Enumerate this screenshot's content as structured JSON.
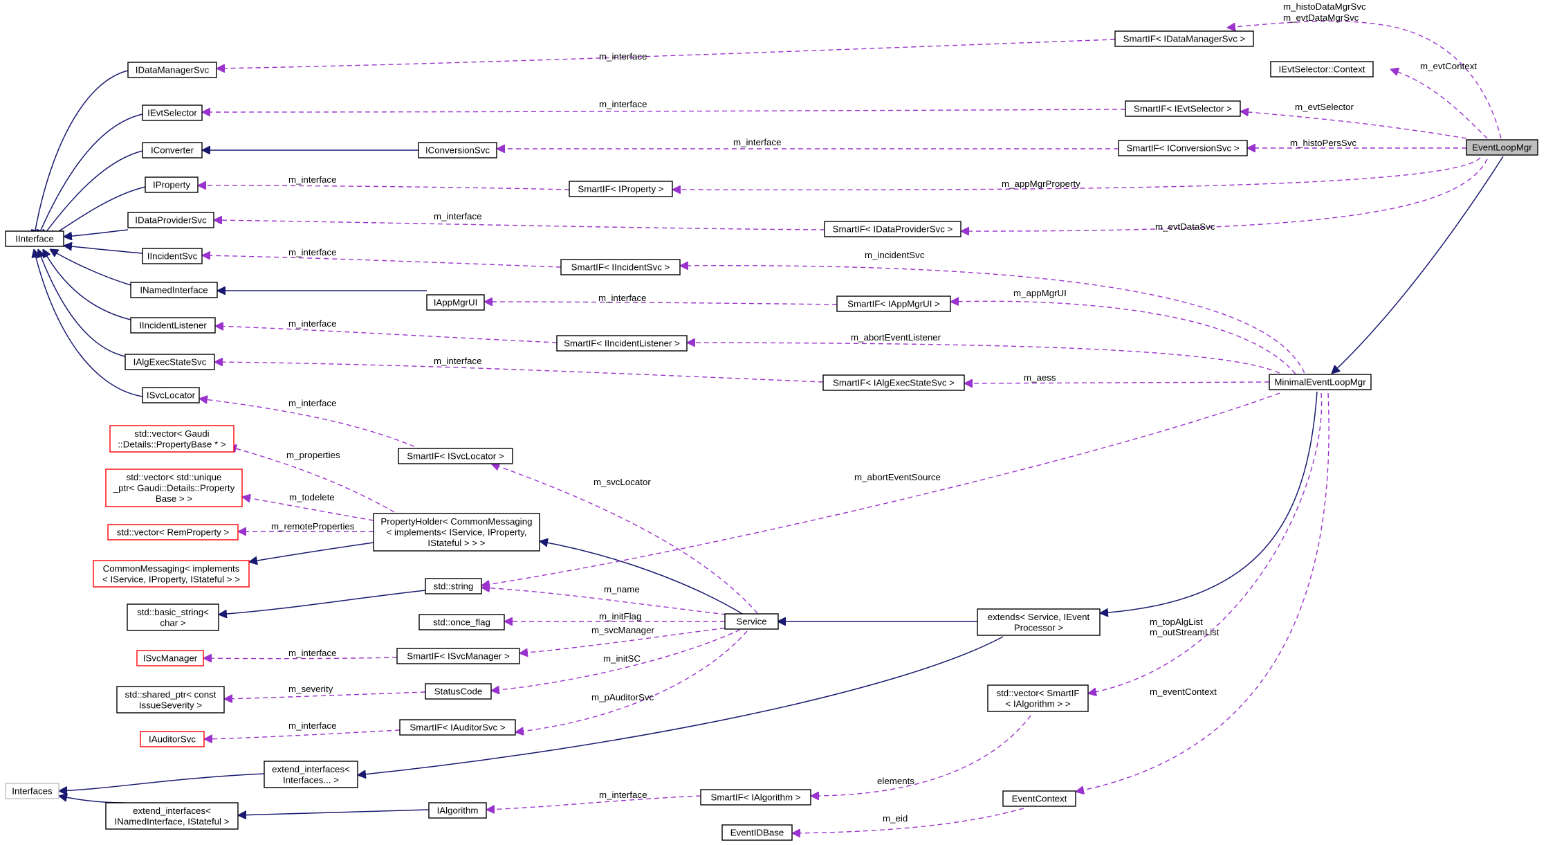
{
  "diagram": {
    "nodes": [
      {
        "id": "IDataManagerSvc",
        "lines": [
          "IDataManagerSvc"
        ]
      },
      {
        "id": "IEvtSelector",
        "lines": [
          "IEvtSelector"
        ]
      },
      {
        "id": "IConverter",
        "lines": [
          "IConverter"
        ]
      },
      {
        "id": "IProperty",
        "lines": [
          "IProperty"
        ]
      },
      {
        "id": "IDataProviderSvc",
        "lines": [
          "IDataProviderSvc"
        ]
      },
      {
        "id": "IInterface",
        "lines": [
          "IInterface"
        ]
      },
      {
        "id": "IIncidentSvc",
        "lines": [
          "IIncidentSvc"
        ]
      },
      {
        "id": "INamedInterface",
        "lines": [
          "INamedInterface"
        ]
      },
      {
        "id": "IIncidentListener",
        "lines": [
          "IIncidentListener"
        ]
      },
      {
        "id": "IAlgExecStateSvc",
        "lines": [
          "IAlgExecStateSvc"
        ]
      },
      {
        "id": "ISvcLocator",
        "lines": [
          "ISvcLocator"
        ]
      },
      {
        "id": "VecPropBase",
        "lines": [
          "std::vector< Gaudi",
          "::Details::PropertyBase * >"
        ]
      },
      {
        "id": "VecUniquePtr",
        "lines": [
          "std::vector< std::unique",
          "_ptr< Gaudi::Details::Property",
          "Base > >"
        ]
      },
      {
        "id": "VecRemProp",
        "lines": [
          "std::vector< RemProperty >"
        ]
      },
      {
        "id": "CommonMessaging",
        "lines": [
          "CommonMessaging< implements",
          "< IService, IProperty, IStateful > >"
        ]
      },
      {
        "id": "BasicString",
        "lines": [
          "std::basic_string<",
          "char >"
        ]
      },
      {
        "id": "ISvcManager",
        "lines": [
          "ISvcManager"
        ]
      },
      {
        "id": "SharedPtrIssue",
        "lines": [
          "std::shared_ptr< const",
          "IssueSeverity >"
        ]
      },
      {
        "id": "IAuditorSvc",
        "lines": [
          "IAuditorSvc"
        ]
      },
      {
        "id": "Interfaces",
        "lines": [
          "Interfaces"
        ]
      },
      {
        "id": "ExtendInterfacesNamed",
        "lines": [
          "extend_interfaces<",
          "INamedInterface, IStateful >"
        ]
      },
      {
        "id": "IConversionSvc",
        "lines": [
          "IConversionSvc"
        ]
      },
      {
        "id": "IAppMgrUI",
        "lines": [
          "IAppMgrUI"
        ]
      },
      {
        "id": "SmartIFSvcLocator",
        "lines": [
          "SmartIF< ISvcLocator >"
        ]
      },
      {
        "id": "PropertyHolder",
        "lines": [
          "PropertyHolder< CommonMessaging",
          "< implements< IService, IProperty,",
          "IStateful > > >"
        ]
      },
      {
        "id": "StdString",
        "lines": [
          "std::string"
        ]
      },
      {
        "id": "OnceFlag",
        "lines": [
          "std::once_flag"
        ]
      },
      {
        "id": "SmartIFSvcManager",
        "lines": [
          "SmartIF< ISvcManager >"
        ]
      },
      {
        "id": "StatusCode",
        "lines": [
          "StatusCode"
        ]
      },
      {
        "id": "SmartIFAuditorSvc",
        "lines": [
          "SmartIF< IAuditorSvc >"
        ]
      },
      {
        "id": "ExtendInterfacesVariadic",
        "lines": [
          "extend_interfaces<",
          "Interfaces... >"
        ]
      },
      {
        "id": "IAlgorithm",
        "lines": [
          "IAlgorithm"
        ]
      },
      {
        "id": "SmartIFProperty",
        "lines": [
          "SmartIF< IProperty >"
        ]
      },
      {
        "id": "SmartIFIncidentSvc",
        "lines": [
          "SmartIF< IIncidentSvc >"
        ]
      },
      {
        "id": "SmartIFIncidentListener",
        "lines": [
          "SmartIF< IIncidentListener >"
        ]
      },
      {
        "id": "Service",
        "lines": [
          "Service"
        ]
      },
      {
        "id": "SmartIFAlgorithm",
        "lines": [
          "SmartIF< IAlgorithm >"
        ]
      },
      {
        "id": "EventIDBase",
        "lines": [
          "EventIDBase"
        ]
      },
      {
        "id": "SmartIFDataProviderSvc",
        "lines": [
          "SmartIF< IDataProviderSvc >"
        ]
      },
      {
        "id": "SmartIFAppMgrUI",
        "lines": [
          "SmartIF< IAppMgrUI >"
        ]
      },
      {
        "id": "SmartIFAlgExecStateSvc",
        "lines": [
          "SmartIF< IAlgExecStateSvc >"
        ]
      },
      {
        "id": "ExtendsServiceEventProcessor",
        "lines": [
          "extends< Service, IEvent",
          "Processor >"
        ]
      },
      {
        "id": "VecSmartIFAlgorithm",
        "lines": [
          "std::vector< SmartIF",
          "< IAlgorithm > >"
        ]
      },
      {
        "id": "EventContext",
        "lines": [
          "EventContext"
        ]
      },
      {
        "id": "SmartIFDataManagerSvc",
        "lines": [
          "SmartIF< IDataManagerSvc >"
        ]
      },
      {
        "id": "SmartIFEvtSelector",
        "lines": [
          "SmartIF< IEvtSelector >"
        ]
      },
      {
        "id": "SmartIFConversionSvc",
        "lines": [
          "SmartIF< IConversionSvc >"
        ]
      },
      {
        "id": "IEvtSelectorContext",
        "lines": [
          "IEvtSelector::Context"
        ]
      },
      {
        "id": "MinimalEventLoopMgr",
        "lines": [
          "MinimalEventLoopMgr"
        ]
      },
      {
        "id": "EventLoopMgr",
        "lines": [
          "EventLoopMgr"
        ]
      }
    ],
    "edge_labels": [
      "m_interface",
      "m_interface",
      "m_interface",
      "m_interface",
      "m_interface",
      "m_interface",
      "m_interface",
      "m_interface",
      "m_interface",
      "m_interface",
      "m_interface",
      "m_interface",
      "m_interface",
      "m_interface",
      "m_histoDataMgrSvc",
      "m_evtDataMgrSvc",
      "m_evtContext",
      "m_evtSelector",
      "m_histoPersSvc",
      "m_appMgrProperty",
      "m_evtDataSvc",
      "m_incidentSvc",
      "m_appMgrUI",
      "m_abortEventListener",
      "m_aess",
      "m_abortEventSource",
      "m_svcLocator",
      "m_properties",
      "m_todelete",
      "m_remoteProperties",
      "m_name",
      "m_initFlag",
      "m_svcManager",
      "m_initSC",
      "m_severity",
      "m_pAuditorSvc",
      "m_topAlgList",
      "m_outStreamList",
      "m_eventContext",
      "elements",
      "m_eid"
    ]
  }
}
